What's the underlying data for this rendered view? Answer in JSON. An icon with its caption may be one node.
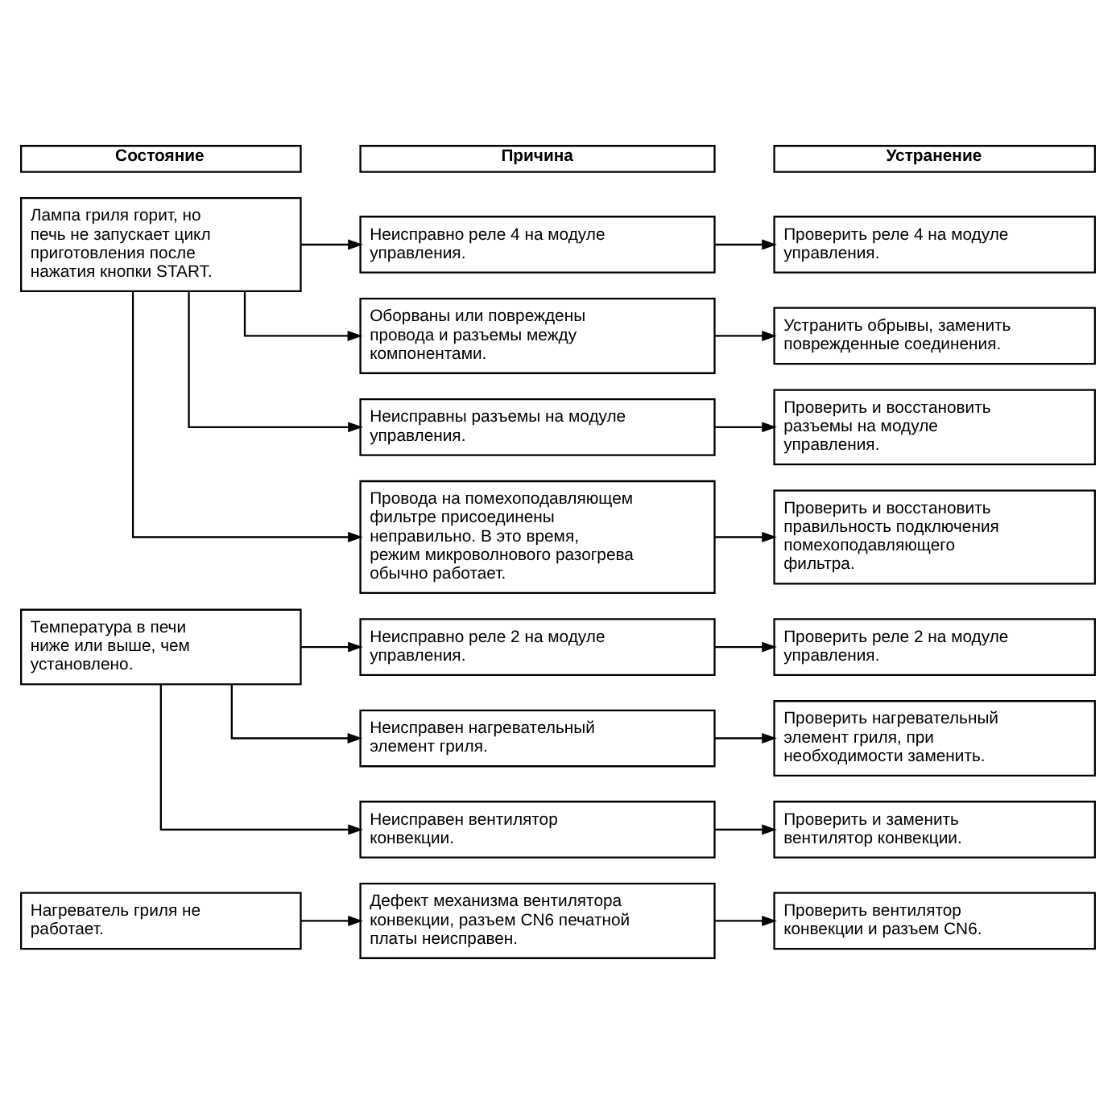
{
  "diagram": {
    "nodes": [
      {
        "text": [
          "Состояние"
        ]
      },
      {
        "text": [
          "Причина"
        ]
      },
      {
        "text": [
          "Устранение"
        ]
      },
      {
        "text": [
          "Лампа гриля горит, но печь не запускает цикл приготовления после нажатия кнопки START."
        ]
      },
      {
        "text": [
          "Неисправно реле 4 на модуле управления."
        ]
      },
      {
        "text": [
          "Проверить реле 4 на модуле управления."
        ]
      },
      {
        "text": [
          "Оборваны или повреждены провода и разъемы между компонентами."
        ]
      },
      {
        "text": [
          "Устранить обрывы, заменить поврежденные соединения."
        ]
      },
      {
        "text": [
          "Неисправны разъемы на модуле управления."
        ]
      },
      {
        "text": [
          "Проверить и восстановить разъемы на модуле управления."
        ]
      },
      {
        "text": [
          "Провода на помехоподавляющем фильтре присоединены неправильно. В это время, режим микроволнового разогрева обычно работает."
        ]
      },
      {
        "text": [
          "Проверить и восстановить правильность подключения помехоподавляющего фильтра."
        ]
      },
      {
        "text": [
          "Температура в печи ниже или выше, чем установлено."
        ]
      },
      {
        "text": [
          "Неисправно реле 2 на модуле управления."
        ]
      },
      {
        "text": [
          "Проверить реле 2 на модуле управления."
        ]
      },
      {
        "text": [
          "Неисправен нагревательный элемент гриля."
        ]
      },
      {
        "text": [
          "Проверить нагревательный элемент гриля, при необходимости заменить."
        ]
      },
      {
        "text": [
          "Неисправен вентилятор конвекции."
        ]
      },
      {
        "text": [
          "Проверить и заменить вентилятор конвекции."
        ]
      },
      {
        "text": [
          "Нагреватель гриля не работает."
        ]
      },
      {
        "text": [
          "Дефект механизма вентилятора конвекции, разъем CN6 печатной платы неисправен."
        ]
      },
      {
        "text": [
          "Проверить вентилятор конвекции и разъем CN6."
        ]
      }
    ],
    "edges": [
      {
        "from": 3,
        "to": 4,
        "arrow": "to"
      },
      {
        "from": 3,
        "to": 6,
        "arrow": "to"
      },
      {
        "from": 3,
        "to": 8,
        "arrow": "to"
      },
      {
        "from": 3,
        "to": 10,
        "arrow": "to"
      },
      {
        "from": 4,
        "to": 5,
        "arrow": "to"
      },
      {
        "from": 6,
        "to": 7,
        "arrow": "to"
      },
      {
        "from": 8,
        "to": 9,
        "arrow": "to"
      },
      {
        "from": 10,
        "to": 11,
        "arrow": "to"
      },
      {
        "from": 12,
        "to": 13,
        "arrow": "to"
      },
      {
        "from": 12,
        "to": 15,
        "arrow": "to"
      },
      {
        "from": 12,
        "to": 17,
        "arrow": "to"
      },
      {
        "from": 13,
        "to": 14,
        "arrow": "to"
      },
      {
        "from": 15,
        "to": 16,
        "arrow": "to"
      },
      {
        "from": 17,
        "to": 18,
        "arrow": "to"
      },
      {
        "from": 19,
        "to": 20,
        "arrow": "to"
      },
      {
        "from": 20,
        "to": 21,
        "arrow": "to"
      }
    ]
  }
}
